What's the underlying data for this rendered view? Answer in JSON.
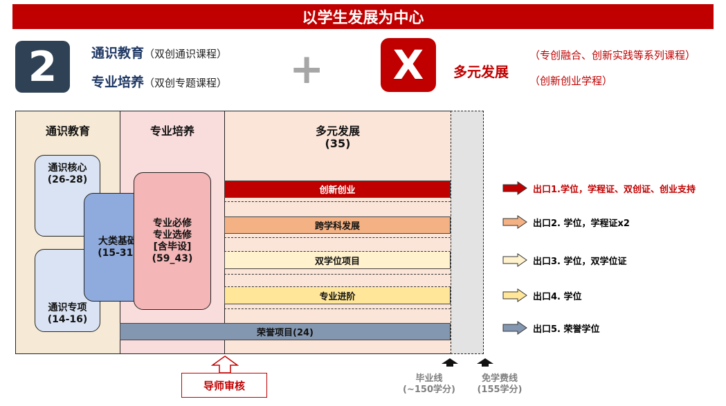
{
  "banner": "以学生发展为中心",
  "header": {
    "number": "2",
    "line1_title": "通识教育",
    "line1_note": "（双创通识课程）",
    "line2_title": "专业培养",
    "line2_note": "（双创专题课程）",
    "plus": "+",
    "x_label": "X",
    "right_title": "多元发展",
    "right_note1": "（专创融合、创新实践等系列课程）",
    "right_note2": "（创新创业学程）"
  },
  "columns": {
    "general": "通识教育",
    "major": "专业培养",
    "diverse_title": "多元发展",
    "diverse_credits": "(35)"
  },
  "boxes": {
    "core_label": "通识核心",
    "core_credits": "(26-28)",
    "special_label": "通识专项",
    "special_credits": "(14-16)",
    "foundation_label": "大类基础",
    "foundation_credits": "(15-31)",
    "major_line1": "专业必修",
    "major_line2": "专业选修",
    "major_line3": "[含毕设]",
    "major_credits": "(59_43)"
  },
  "bars": {
    "innovation": "创新创业",
    "cross": "跨学科发展",
    "double": "双学位项目",
    "advanced": "专业进阶",
    "honor": "荣誉项目(24)"
  },
  "exits": [
    {
      "label": "出口1.学位，学程证、双创证、创业支持",
      "color": "#c00000",
      "text_color": "#c00000"
    },
    {
      "label": "出口2. 学位，学程证x2",
      "color": "#f4b183",
      "text_color": "#111111"
    },
    {
      "label": "出口3. 学位，双学位证",
      "color": "#fff2cc",
      "text_color": "#111111"
    },
    {
      "label": "出口4. 学位",
      "color": "#ffe699",
      "text_color": "#111111"
    },
    {
      "label": "出口5. 荣誉学位",
      "color": "#8497b0",
      "text_color": "#111111"
    }
  ],
  "bottom": {
    "mentor": "导师审核",
    "grad_line": "毕业线",
    "grad_credits": "(~150学分)",
    "free_line": "免学费线",
    "free_credits": "(155学分)"
  },
  "colors": {
    "red": "#c00000",
    "navy": "#2f4154",
    "general_bg": "#f6ead6",
    "major_bg": "#f9dcdc",
    "diverse_bg": "#fbe5d9",
    "light_blue": "#dae3f3",
    "mid_blue": "#8faadc",
    "pink": "#f4b6b6",
    "gray_col": "#e3e3e3"
  }
}
